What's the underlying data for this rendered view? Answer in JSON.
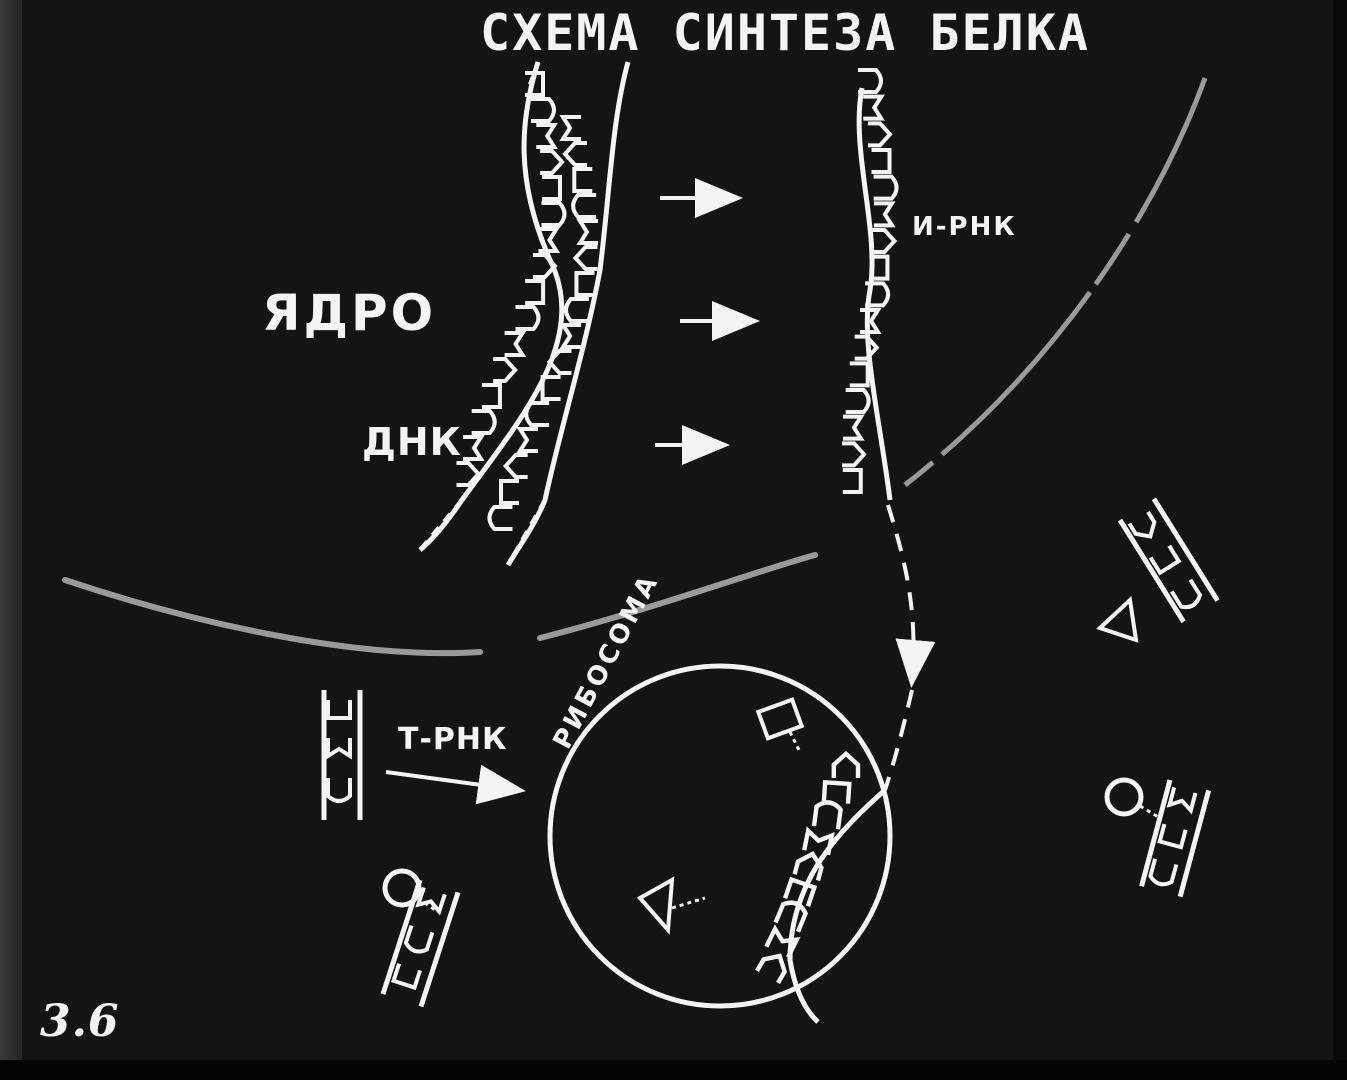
{
  "title": "СХЕМА СИНТЕЗА БЕЛКА",
  "labels": {
    "nucleus": "ЯДРО",
    "dna": "ДНК",
    "mrna": "И-РНК",
    "trna": "Т-РНК",
    "ribosome": "РИБОСОМА"
  },
  "frame_number": "3.6",
  "colors": {
    "background": "#141414",
    "ink": "#f4f4f4",
    "membrane": "#9a9a9a"
  }
}
